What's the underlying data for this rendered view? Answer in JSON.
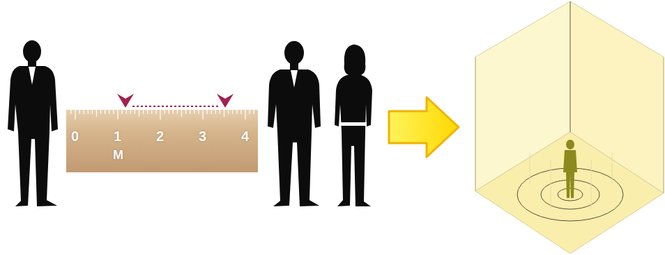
{
  "diagram": {
    "labels": [
      "0",
      "1",
      "2",
      "3",
      "4",
      "M"
    ]
  }
}
